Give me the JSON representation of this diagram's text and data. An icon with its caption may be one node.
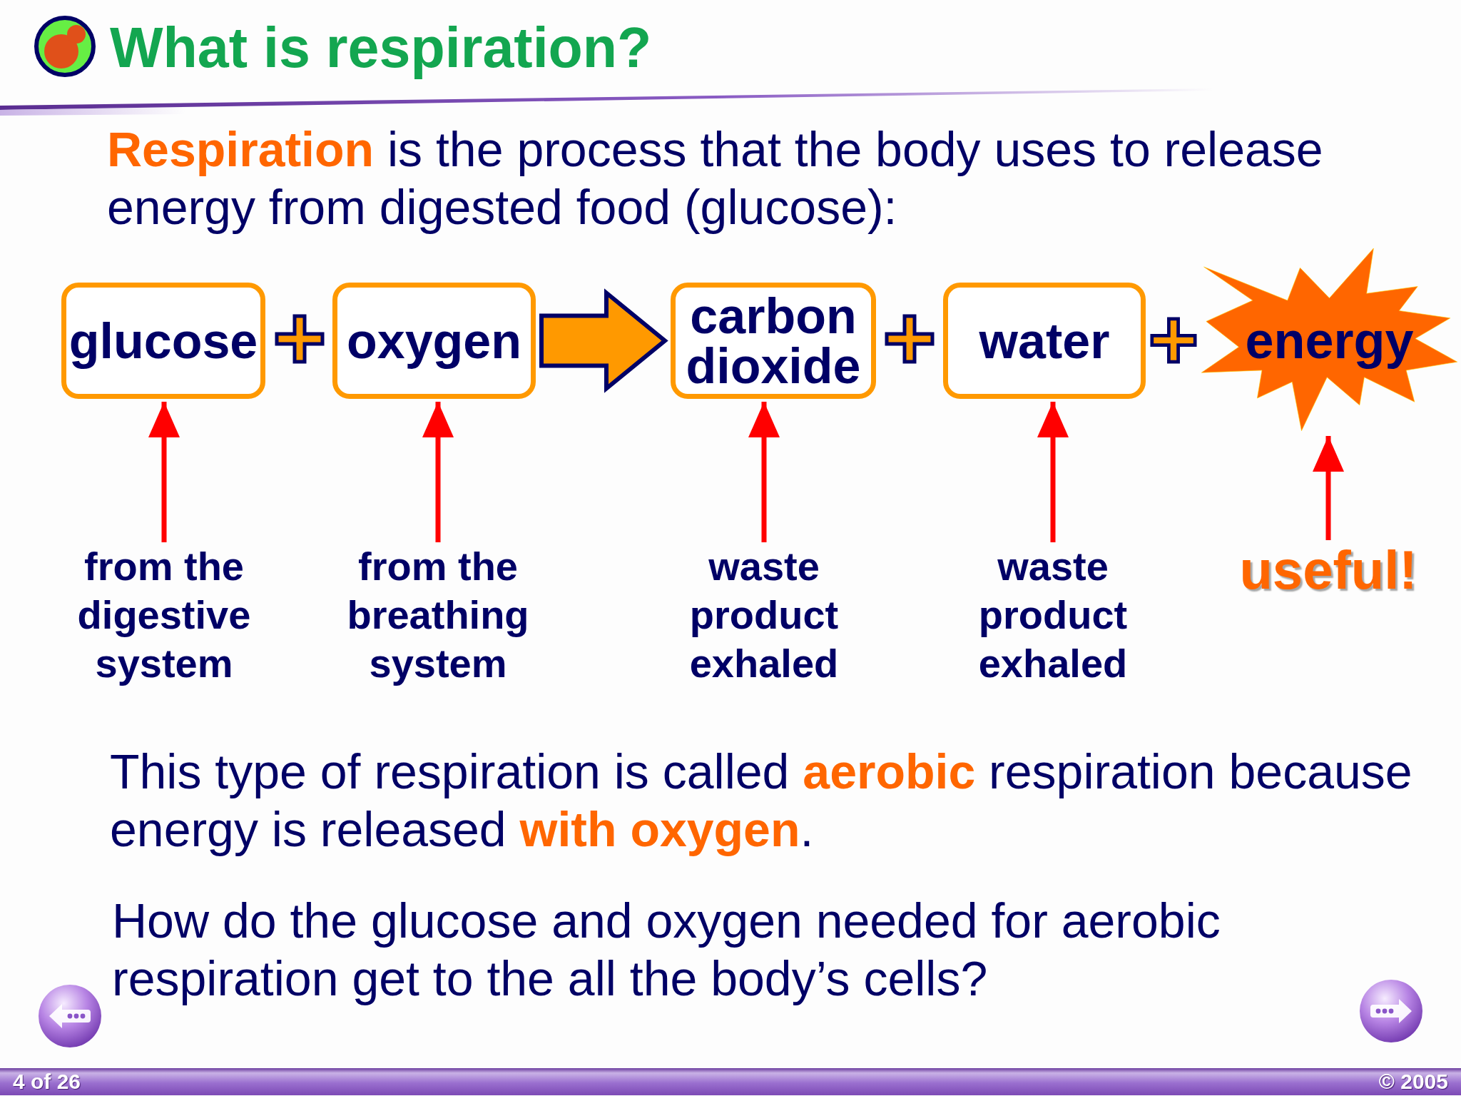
{
  "diagram": {
    "title": "What is respiration?",
    "nodes": [
      {
        "text": [
          "glucose"
        ]
      },
      {
        "text": [
          "oxygen"
        ]
      },
      {
        "text": [
          "carbon dioxide"
        ]
      },
      {
        "text": [
          "water"
        ]
      },
      {
        "text": [
          "energy"
        ]
      },
      {
        "text": [
          "from the digestive system"
        ]
      },
      {
        "text": [
          "from the breathing system"
        ]
      },
      {
        "text": [
          "waste product exhaled"
        ]
      },
      {
        "text": [
          "waste product exhaled"
        ]
      },
      {
        "text": [
          "useful!"
        ]
      }
    ],
    "edges": [
      {
        "from": 1,
        "to": 2,
        "arrow": "to",
        "style": "thick",
        "color": "#ff9900"
      },
      {
        "from": 5,
        "to": 0,
        "arrow": "to"
      },
      {
        "from": 6,
        "to": 1,
        "arrow": "to"
      },
      {
        "from": 7,
        "to": 2,
        "arrow": "to"
      },
      {
        "from": 8,
        "to": 3,
        "arrow": "to"
      },
      {
        "from": 9,
        "to": 4,
        "arrow": "to"
      }
    ],
    "labels": [
      "**Respiration** is the process that the body uses to release energy from digested food (glucose):",
      "This type of respiration is called **aerobic** respiration because energy is released **with oxygen**.",
      "How do the glucose and oxygen needed for aerobic respiration get to the all the body’s cells?",
      "4 of 26",
      "© 2005"
    ]
  }
}
